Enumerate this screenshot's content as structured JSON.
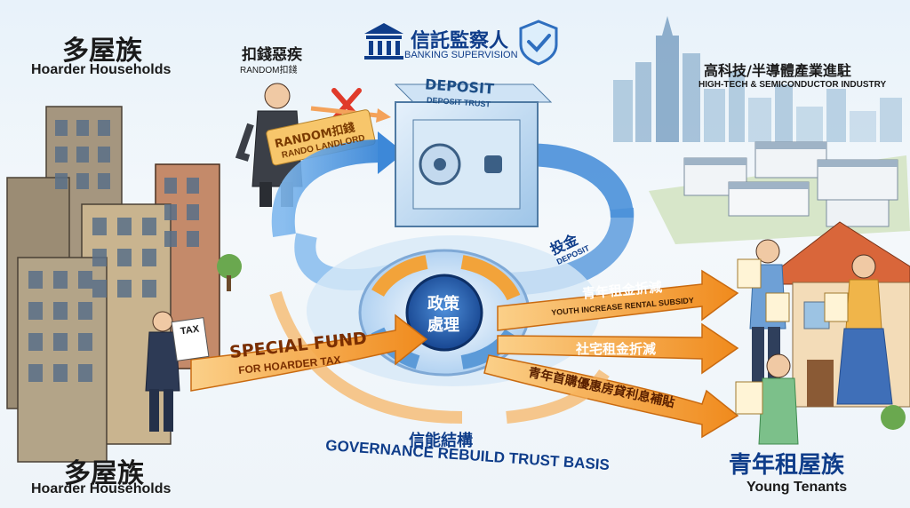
{
  "top_left": {
    "title_zh": "多屋族",
    "title_en": "Hoarder Households"
  },
  "bottom_left": {
    "title_zh": "多屋族",
    "title_en": "Hoarder Households"
  },
  "landlord": {
    "title_zh": "扣錢惡疾",
    "title_en": "RANDOM扣錢",
    "sign_line1": "RANDOM扣錢",
    "sign_line2": "RANDO LANDLORD"
  },
  "supervision": {
    "title_zh": "信託監察人",
    "title_en": "BANKING SUPERVISION"
  },
  "vault": {
    "title": "DEPOSIT",
    "subtitle": "DEPOSIT TRUST"
  },
  "deposit_arrow": {
    "zh": "投金",
    "en": "DEPOSIT"
  },
  "industry": {
    "title_zh": "高科技/半導體產業進駐",
    "title_en": "HIGH-TECH & SEMICONDUCTOR INDUSTRY"
  },
  "hub": {
    "line1": "政策",
    "line2": "處理"
  },
  "tax_paper": "TAX",
  "fund": {
    "line1": "SPECIAL FUND",
    "line2": "FOR HOARDER TAX"
  },
  "outputs": [
    {
      "zh": "青年租金折減",
      "en": "YOUTH INCREASE RENTAL SUBSIDY"
    },
    {
      "zh": "社宅租金折減"
    },
    {
      "zh": "青年首購優惠房貸利息補貼"
    }
  ],
  "governance": {
    "zh": "信能結構",
    "en": "GOVERNANCE REBUILD TRUST BASIS"
  },
  "tenants": {
    "title_zh": "青年租屋族",
    "title_en": "Young Tenants"
  },
  "colors": {
    "blue_arrow": "#4a90d9",
    "orange_arrow": "#f39a2b",
    "hub": "#1f5fb0",
    "red_x": "#e03a2a",
    "title_blue": "#0f3d8a"
  }
}
